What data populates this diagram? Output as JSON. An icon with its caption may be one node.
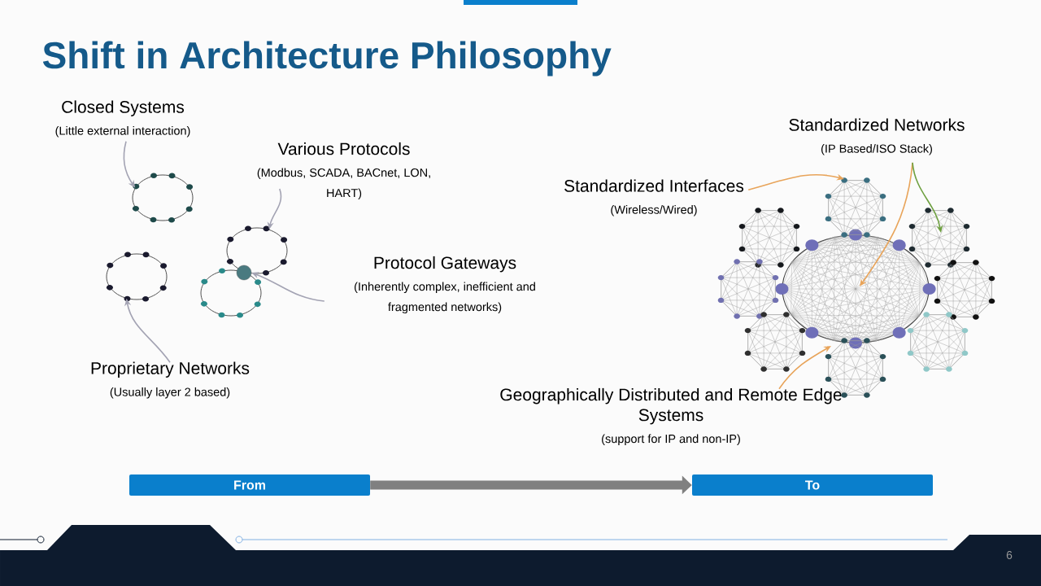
{
  "diagram": {
    "title": "Shift in Architecture Philosophy",
    "nodes": [
      {
        "text": [
          "Closed Systems",
          "(Little external interaction)"
        ]
      },
      {
        "text": [
          "Various Protocols",
          "(Modbus, SCADA, BACnet, LON, HART)"
        ]
      },
      {
        "text": [
          "Protocol Gateways",
          "(Inherently complex, inefficient and fragmented networks)"
        ]
      },
      {
        "text": [
          "Proprietary Networks",
          "(Usually layer 2 based)"
        ]
      },
      {
        "text": [],
        "shape": "ellipse"
      },
      {
        "text": [],
        "shape": "ellipse"
      },
      {
        "text": [],
        "shape": "ellipse"
      },
      {
        "text": [],
        "shape": "ellipse"
      },
      {
        "text": [],
        "shape": "circle"
      },
      {
        "text": [
          "Standardized Networks",
          "(IP Based/ISO Stack)"
        ]
      },
      {
        "text": [
          "Standardized Interfaces",
          "(Wireless/Wired)"
        ]
      },
      {
        "text": [
          "Geographically Distributed and Remote Edge Systems",
          "(support for IP and non-IP)"
        ]
      },
      {
        "text": [],
        "shape": "ellipse"
      },
      {
        "text": [],
        "shape": "octagon"
      },
      {
        "text": [],
        "shape": "octagon"
      },
      {
        "text": [],
        "shape": "octagon"
      },
      {
        "text": [],
        "shape": "octagon"
      },
      {
        "text": [],
        "shape": "octagon"
      },
      {
        "text": [],
        "shape": "octagon"
      },
      {
        "text": [],
        "shape": "octagon"
      },
      {
        "text": [],
        "shape": "octagon"
      },
      {
        "text": [
          "From"
        ]
      },
      {
        "text": [
          "To"
        ]
      }
    ],
    "edges": [
      {
        "from": 0,
        "to": 4,
        "arrow": "to"
      },
      {
        "from": 3,
        "to": 5,
        "arrow": "to"
      },
      {
        "from": 1,
        "to": 6,
        "arrow": "to"
      },
      {
        "from": 2,
        "to": 8,
        "arrow": "to"
      },
      {
        "from": 9,
        "to": 12,
        "arrow": "to",
        "color": "#e8a45a"
      },
      {
        "from": 9,
        "to": 15,
        "arrow": "to",
        "color": "#6ea040"
      },
      {
        "from": 10,
        "to": 13,
        "arrow": "to",
        "color": "#e8a45a"
      },
      {
        "from": 11,
        "to": 20,
        "arrow": "to",
        "color": "#e8a45a"
      },
      {
        "from": 21,
        "to": 22,
        "arrow": "to",
        "style": "thick",
        "color": "#808080"
      }
    ],
    "labels": [
      "6"
    ]
  }
}
